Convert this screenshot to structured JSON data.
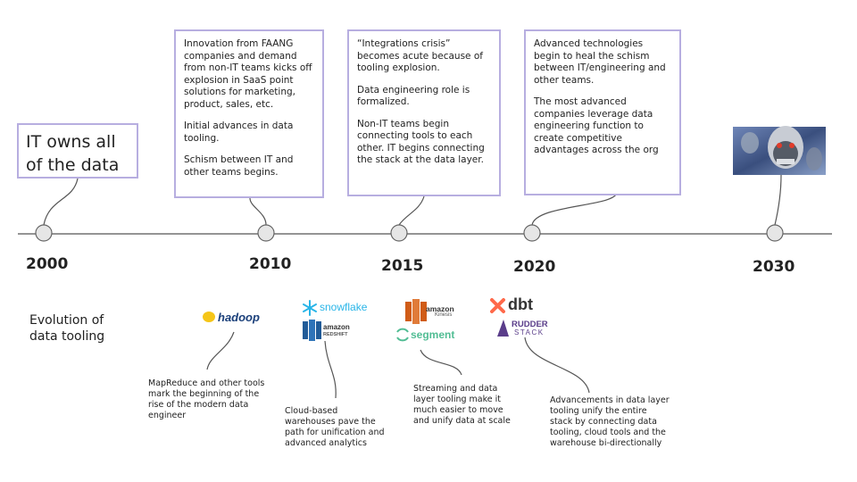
{
  "boxes": {
    "box2000": "IT owns all of the data",
    "box2010": [
      "Innovation from FAANG companies and demand from non-IT teams kicks off explosion in SaaS point solutions for marketing, product, sales, etc.",
      "Initial advances in data tooling.",
      "Schism between IT and other teams begins."
    ],
    "box2015": [
      "“Integrations crisis” becomes acute because of tooling explosion.",
      "Data engineering role is formalized.",
      "Non-IT teams begin connecting tools to each other. IT begins connecting the stack at the data layer."
    ],
    "box2020": [
      "Advanced technologies begin to heal the schism between IT/engineering and other teams.",
      "The most advanced companies leverage data engineering function to create competitive advantages across the org"
    ]
  },
  "years": [
    "2000",
    "2010",
    "2015",
    "2020",
    "2030"
  ],
  "evolution_label": "Evolution of\ndata tooling",
  "logos": {
    "hadoop": "hadoop",
    "snowflake": "snowflake",
    "amazon_redshift": [
      "amazon",
      "REDSHIFT"
    ],
    "amazon_kinesis": [
      "amazon",
      "Kinesis"
    ],
    "segment": "segment",
    "dbt": "dbt",
    "rudderstack": [
      "RUDDER",
      "STACK"
    ]
  },
  "notes": {
    "note2000": "MapReduce and other tools\nmark the beginning of the\nrise of the modern data\nengineer",
    "note2010": "Cloud-based\nwarehouses pave the\npath for unification and\nadvanced analytics",
    "note2015": "Streaming and data\nlayer tooling make it\nmuch easier to move\nand unify data at scale",
    "note2020": "Advancements in data layer\ntooling unify the entire\nstack by connecting data\ntooling, cloud tools and the\nwarehouse bi-directionally"
  },
  "colors": {
    "box_border": "#b7aee0",
    "line": "#555555",
    "node_fill": "#e6e6e6",
    "snowflake": "#29b5e8",
    "amazon_orange": "#d05c17",
    "segment": "#52bd94",
    "dbt": "#ff694a",
    "rudder": "#5a3d8a"
  }
}
